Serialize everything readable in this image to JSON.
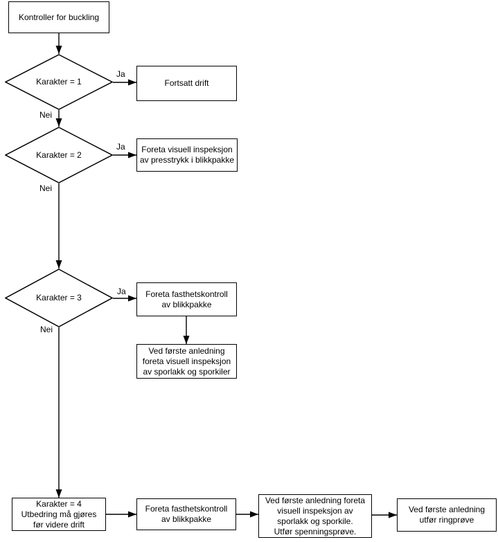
{
  "flowchart": {
    "colors": {
      "background": "#ffffff",
      "stroke": "#000000",
      "text": "#000000"
    },
    "labels": {
      "yes": "Ja",
      "no": "Nei"
    },
    "nodes": {
      "start": {
        "type": "process",
        "text": "Kontroller for buckling"
      },
      "d1": {
        "type": "decision",
        "text": "Karakter = 1"
      },
      "r1": {
        "type": "process",
        "text": "Fortsatt drift"
      },
      "d2": {
        "type": "decision",
        "text": "Karakter = 2"
      },
      "r2": {
        "type": "process",
        "lines": [
          "Foreta visuell inspeksjon",
          "av presstrykk i blikkpakke"
        ]
      },
      "d3": {
        "type": "decision",
        "text": "Karakter = 3"
      },
      "r3": {
        "type": "process",
        "lines": [
          "Foreta fasthetskontroll",
          "av blikkpakke"
        ]
      },
      "r4": {
        "type": "process",
        "lines": [
          "Ved første anledning",
          "foreta visuell inspeksjon",
          "av sporlakk og sporkiler"
        ]
      },
      "r5": {
        "type": "process",
        "lines": [
          "Karakter = 4",
          "Utbedring må gjøres",
          "før videre drift"
        ]
      },
      "r6": {
        "type": "process",
        "lines": [
          "Foreta fasthetskontroll",
          "av blikkpakke"
        ]
      },
      "r7": {
        "type": "process",
        "lines": [
          "Ved første anledning foreta",
          "visuell inspeksjon av",
          "sporlakk og sporkile.",
          "Utfør spenningsprøve."
        ]
      },
      "r8": {
        "type": "process",
        "lines": [
          "Ved første anledning",
          "utfør ringprøve"
        ]
      }
    },
    "edges": [
      {
        "from": "start",
        "to": "d1",
        "label": ""
      },
      {
        "from": "d1",
        "to": "r1",
        "label": "Ja"
      },
      {
        "from": "d1",
        "to": "d2",
        "label": "Nei"
      },
      {
        "from": "d2",
        "to": "r2",
        "label": "Ja"
      },
      {
        "from": "d2",
        "to": "d3",
        "label": "Nei"
      },
      {
        "from": "d3",
        "to": "r3",
        "label": "Ja"
      },
      {
        "from": "r3",
        "to": "r4",
        "label": ""
      },
      {
        "from": "d3",
        "to": "r5",
        "label": "Nei"
      },
      {
        "from": "r5",
        "to": "r6",
        "label": ""
      },
      {
        "from": "r6",
        "to": "r7",
        "label": ""
      },
      {
        "from": "r7",
        "to": "r8",
        "label": ""
      }
    ]
  }
}
